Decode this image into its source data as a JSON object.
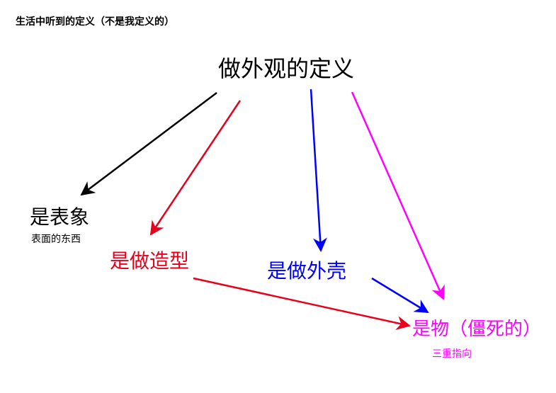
{
  "title": "生活中听到的定义（不是我定义的）",
  "center": "做外观的定义",
  "nodes": {
    "appearance": "是表象",
    "appearance_note": "表面的东西",
    "styling": "是做造型",
    "shell": "是做外壳",
    "object": "是物（僵死的）",
    "object_note": "三重指向"
  },
  "colors": {
    "black": "#000000",
    "red": "#e8001c",
    "blue": "#0000ff",
    "magenta": "#ff00ff"
  }
}
